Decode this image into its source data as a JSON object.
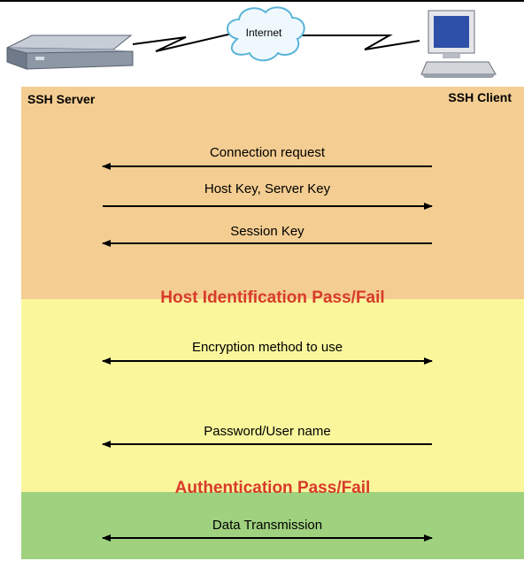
{
  "network": {
    "cloud_label": "Internet",
    "left_device": "server-appliance-icon",
    "right_device": "desktop-computer-icon"
  },
  "endpoints": {
    "server": "SSH Server",
    "client": "SSH Client"
  },
  "messages": [
    {
      "label": "Connection request",
      "direction": "client-to-server"
    },
    {
      "label": "Host Key, Server Key",
      "direction": "server-to-client"
    },
    {
      "label": "Session Key",
      "direction": "client-to-server"
    },
    {
      "label": "Encryption method to use",
      "direction": "both"
    },
    {
      "label": "Password/User name",
      "direction": "client-to-server"
    },
    {
      "label": "Data Transmission",
      "direction": "both"
    }
  ],
  "phases": {
    "host_identification": "Host Identification Pass/Fail",
    "authentication": "Authentication Pass/Fail"
  },
  "colors": {
    "band_handshake": "#f3cd92",
    "band_negotiation": "#f9f69c",
    "band_data": "#9fd17f",
    "phase_text": "#d83a2a"
  }
}
